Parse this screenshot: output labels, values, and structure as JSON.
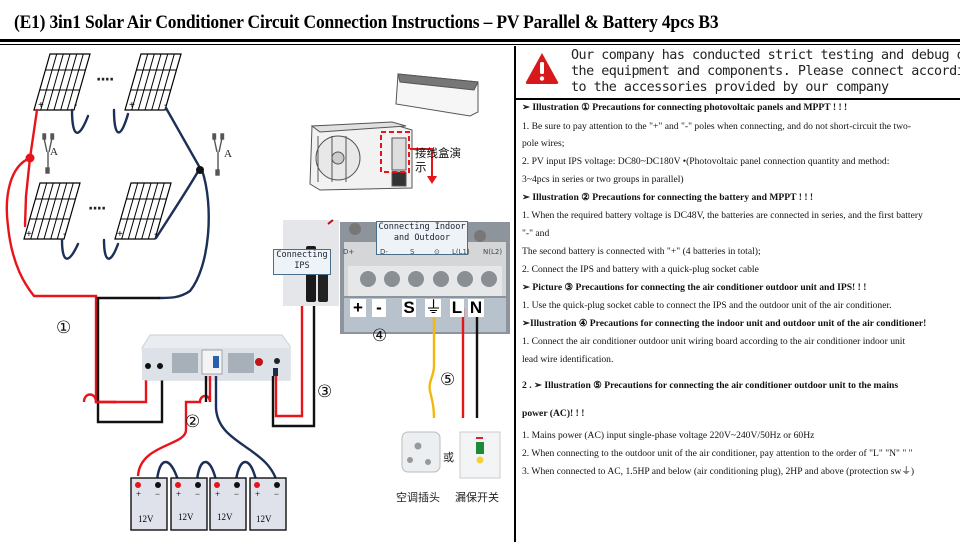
{
  "title": "(E1) 3in1 Solar Air Conditioner Circuit Connection Instructions – PV Parallel & Battery 4pcs B3",
  "warning": {
    "icon": "warning-triangle-icon",
    "color": "#d7191c",
    "lines": [
      "Our company has conducted strict testing and debug on",
      "the equipment and components. Please connect according",
      "to the accessories provided by our company"
    ]
  },
  "instructions": [
    {
      "text": "➢  Illustration ① Precautions for connecting photovoltaic panels and MPPT ! ! !",
      "bold": true
    },
    {
      "text": "1.        Be sure to pay attention to the \"+\" and \"-\" poles when connecting, and do not short-circuit the two-",
      "bold": false
    },
    {
      "text": "           pole wires;",
      "bold": false
    },
    {
      "text": "2.          PV input IPS voltage: DC80~DC180V •(Photovoltaic panel connection quantity and method:",
      "bold": false
    },
    {
      "text": "           3~4pcs in series or two groups in parallel)",
      "bold": false
    },
    {
      "text": "➢  Illustration ② Precautions for connecting the battery and MPPT ! ! !",
      "bold": true
    },
    {
      "text": "1. When the required battery voltage is DC48V, the batteries are connected in series, and the first battery",
      "bold": false
    },
    {
      "text": "\"-\" and",
      "bold": false
    },
    {
      "text": "   The second battery is connected with \"+\" (4 batteries in total);",
      "bold": false
    },
    {
      "text": "2. Connect the IPS and battery with a quick-plug socket cable",
      "bold": false
    },
    {
      "text": "➢  Picture ③ Precautions for connecting the air conditioner outdoor unit and IPS! ! !",
      "bold": true
    },
    {
      "text": "1. Use the quick-plug socket cable to connect the IPS and the outdoor unit of the air conditioner.",
      "bold": false
    },
    {
      "text": "➢Illustration ④ Precautions for connecting the indoor unit and outdoor unit of the air conditioner!",
      "bold": true
    },
    {
      "text": "1.        Connect the air conditioner outdoor unit wiring board according to the air conditioner indoor unit",
      "bold": false
    },
    {
      "text": "           lead wire identification.",
      "bold": false
    },
    {
      "text": "2 .  ➢     Illustration ⑤ Precautions for connecting the air conditioner outdoor unit to the mains",
      "bold": true
    },
    {
      "text": "power (AC)! ! !",
      "bold": true
    },
    {
      "text": "1. Mains power (AC) input single-phase voltage 220V~240V/50Hz or 60Hz",
      "bold": false
    },
    {
      "text": "2. When connecting to the outdoor unit of the air conditioner, pay attention to the order of \"L\" \"N\" \"    \"",
      "bold": false
    },
    {
      "text": "3. When connected to AC, 1.5HP and below (air conditioning plug), 2HP and above (protection sw⏚)",
      "bold": false
    }
  ],
  "diagram": {
    "pv_label_a": "A",
    "dots": "····",
    "step_numbers": [
      "①",
      "②",
      "③",
      "④",
      "⑤"
    ],
    "junction_box_label": "接线盒演示",
    "connecting_ips_label": "Connecting IPS",
    "connecting_indoor_outdoor_label": "Connecting Indoor and Outdoor",
    "terminal_top_labels": [
      "D+",
      "D-",
      "S",
      "⊙",
      "L(L1)",
      "N(L2)"
    ],
    "terminals": [
      "+",
      "-",
      "S",
      "⏚",
      "L",
      "N"
    ],
    "battery_labels": [
      "12V",
      "12V",
      "12V",
      "12V"
    ],
    "battery_plus": "+",
    "battery_minus": "−",
    "or_label": "或",
    "plug_label": "空调插头",
    "breaker_label": "漏保开关",
    "colors": {
      "positive": "#e8141b",
      "negative": "#1b2f57",
      "black": "#111111",
      "ground": "#f2b80f"
    }
  }
}
